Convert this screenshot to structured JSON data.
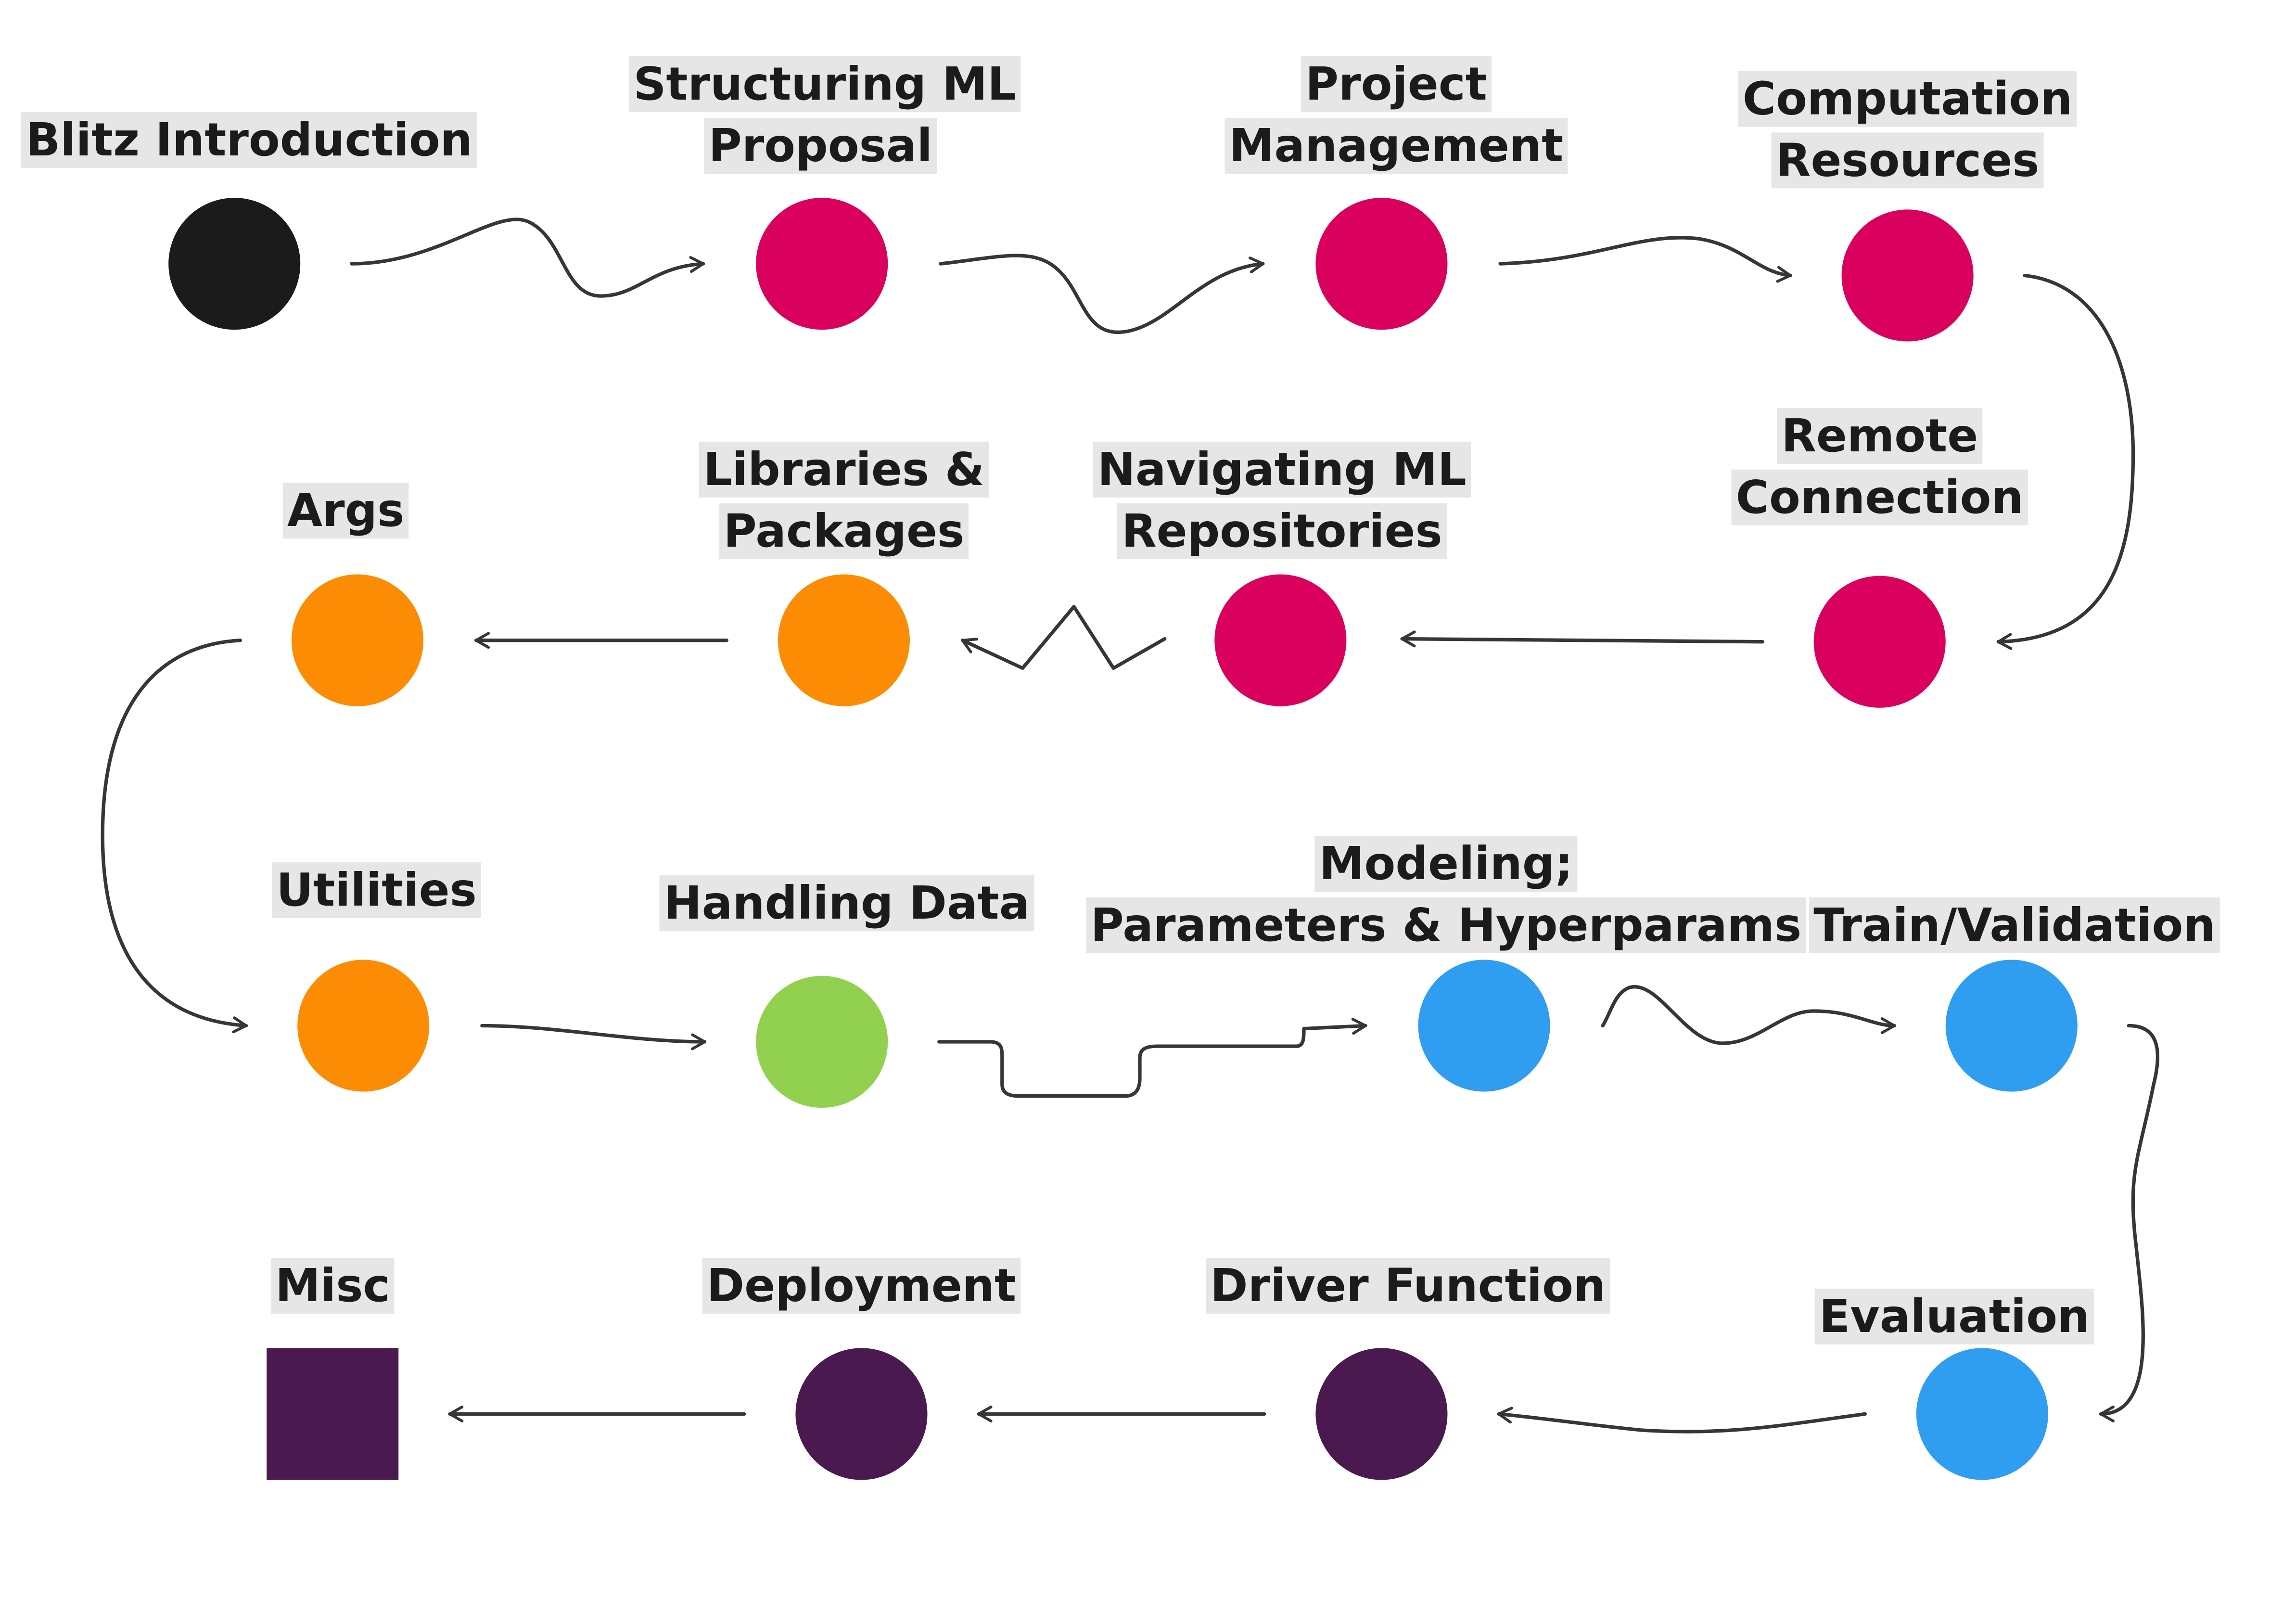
{
  "colors": {
    "background": "#ffffff",
    "label_highlight": "#e6e6e6",
    "edge": "#363636",
    "black": "#1b1b1b",
    "pink": "#d9005e",
    "orange": "#fc8c03",
    "green": "#92d14f",
    "blue": "#2f9df0",
    "purple": "#4a1950"
  },
  "nodes": [
    {
      "id": "blitz-introduction",
      "label_lines": [
        "Blitz Introduction"
      ],
      "color_key": "black",
      "shape": "circle"
    },
    {
      "id": "structuring-ml-proposal",
      "label_lines": [
        "Structuring ML",
        "Proposal"
      ],
      "color_key": "pink",
      "shape": "circle"
    },
    {
      "id": "project-management",
      "label_lines": [
        "Project",
        "Management"
      ],
      "color_key": "pink",
      "shape": "circle"
    },
    {
      "id": "computation-resources",
      "label_lines": [
        "Computation",
        "Resources"
      ],
      "color_key": "pink",
      "shape": "circle"
    },
    {
      "id": "remote-connection",
      "label_lines": [
        "Remote",
        "Connection"
      ],
      "color_key": "pink",
      "shape": "circle"
    },
    {
      "id": "navigating-ml-repositories",
      "label_lines": [
        "Navigating ML",
        "Repositories"
      ],
      "color_key": "pink",
      "shape": "circle"
    },
    {
      "id": "libraries-packages",
      "label_lines": [
        "Libraries &",
        "Packages"
      ],
      "color_key": "orange",
      "shape": "circle"
    },
    {
      "id": "args",
      "label_lines": [
        "Args"
      ],
      "color_key": "orange",
      "shape": "circle"
    },
    {
      "id": "utilities",
      "label_lines": [
        "Utilities"
      ],
      "color_key": "orange",
      "shape": "circle"
    },
    {
      "id": "handling-data",
      "label_lines": [
        "Handling Data"
      ],
      "color_key": "green",
      "shape": "circle"
    },
    {
      "id": "modeling",
      "label_lines": [
        "Modeling;",
        "Parameters & Hyperparams"
      ],
      "color_key": "blue",
      "shape": "circle"
    },
    {
      "id": "train-validation",
      "label_lines": [
        "Train/Validation"
      ],
      "color_key": "blue",
      "shape": "circle"
    },
    {
      "id": "evaluation",
      "label_lines": [
        "Evaluation"
      ],
      "color_key": "blue",
      "shape": "circle"
    },
    {
      "id": "driver-function",
      "label_lines": [
        "Driver Function"
      ],
      "color_key": "purple",
      "shape": "circle"
    },
    {
      "id": "deployment",
      "label_lines": [
        "Deployment"
      ],
      "color_key": "purple",
      "shape": "circle"
    },
    {
      "id": "misc",
      "label_lines": [
        "Misc"
      ],
      "color_key": "purple",
      "shape": "square"
    }
  ],
  "edges": [
    {
      "from": "blitz-introduction",
      "to": "structuring-ml-proposal",
      "style": "wavy"
    },
    {
      "from": "structuring-ml-proposal",
      "to": "project-management",
      "style": "wavy"
    },
    {
      "from": "project-management",
      "to": "computation-resources",
      "style": "curve"
    },
    {
      "from": "computation-resources",
      "to": "remote-connection",
      "style": "curve"
    },
    {
      "from": "remote-connection",
      "to": "navigating-ml-repositories",
      "style": "straight"
    },
    {
      "from": "navigating-ml-repositories",
      "to": "libraries-packages",
      "style": "zigzag"
    },
    {
      "from": "libraries-packages",
      "to": "args",
      "style": "straight"
    },
    {
      "from": "args",
      "to": "utilities",
      "style": "curve"
    },
    {
      "from": "utilities",
      "to": "handling-data",
      "style": "curve"
    },
    {
      "from": "handling-data",
      "to": "modeling",
      "style": "step"
    },
    {
      "from": "modeling",
      "to": "train-validation",
      "style": "wavy"
    },
    {
      "from": "train-validation",
      "to": "evaluation",
      "style": "curve"
    },
    {
      "from": "evaluation",
      "to": "driver-function",
      "style": "curve"
    },
    {
      "from": "driver-function",
      "to": "deployment",
      "style": "straight"
    },
    {
      "from": "deployment",
      "to": "misc",
      "style": "straight"
    }
  ]
}
